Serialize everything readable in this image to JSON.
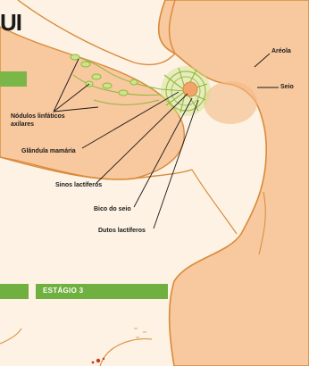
{
  "header": {
    "title_fragment": "UI"
  },
  "labels": {
    "areola": "Aréola",
    "seio": "Seio",
    "nodulos": "Nódulos linfáticos",
    "axilares": "axilares",
    "glandula": "Glândula mamária",
    "sinos": "Sinos lactíferos",
    "bico": "Bico do seio",
    "dutos": "Dutos lactíferos"
  },
  "stage": {
    "label": "ESTÁGIO 3"
  },
  "colors": {
    "background": "#fdf2e3",
    "skin": "#f8c89e",
    "outline": "#d98a3a",
    "accent_green": "#6fb040",
    "gland_green": "#a6c84a"
  }
}
